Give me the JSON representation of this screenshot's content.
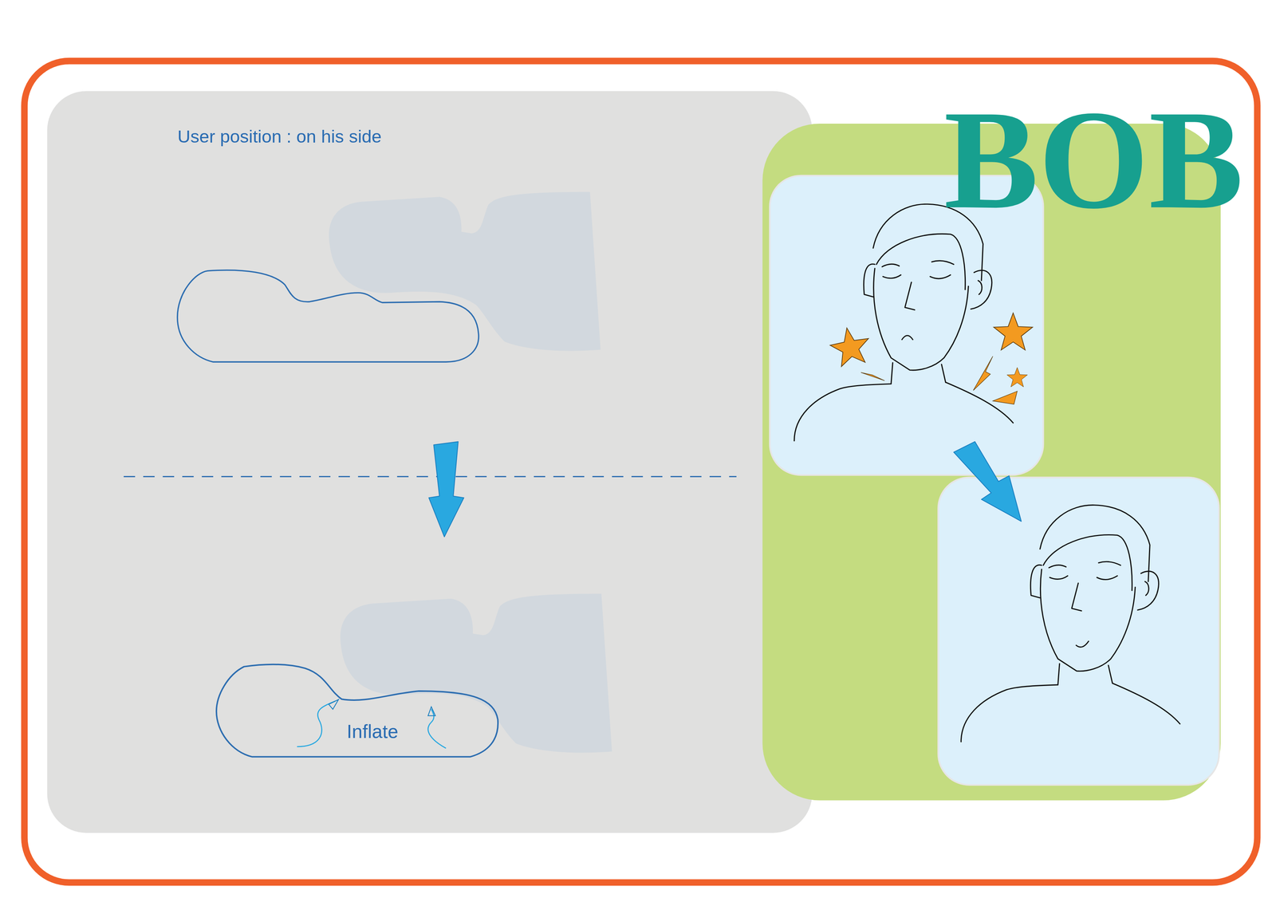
{
  "diagram": {
    "title": "BOB",
    "nodes": [
      {
        "text": [
          "User position : on his side"
        ]
      },
      {
        "text": [
          "Inflate"
        ],
        "in": 0
      }
    ]
  }
}
